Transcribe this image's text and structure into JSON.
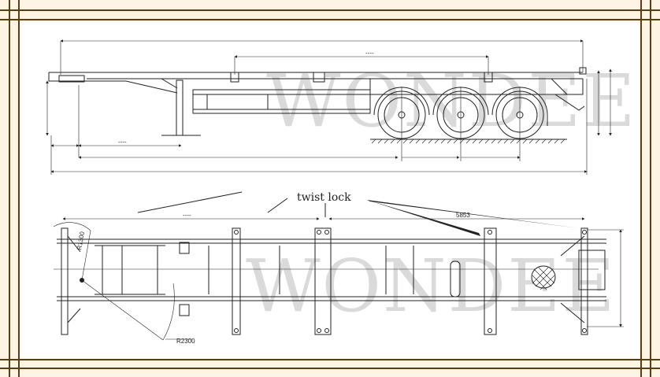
{
  "watermark": "WONDEE",
  "side_view": {
    "container_span_label": "----",
    "kingpin_leg_label": "----"
  },
  "plan_view": {
    "callout": "twist lock",
    "front_span_label": "----",
    "rear_span_label": "5853",
    "radius_front": "R1300",
    "radius_swing": "R2300"
  },
  "colors": {
    "frame": "#5a3d12",
    "background": "#fdf4e3",
    "panel": "#ffffff",
    "ink": "#222222"
  }
}
